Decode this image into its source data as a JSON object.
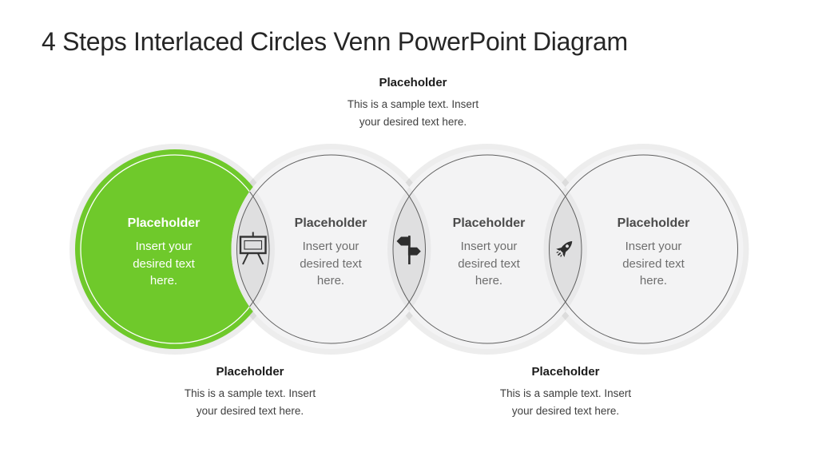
{
  "slide_title": "4 Steps Interlaced Circles Venn PowerPoint Diagram",
  "annotations": {
    "top": {
      "heading": "Placeholder",
      "body": "This is a sample text. Insert\nyour desired text here."
    },
    "bottom_left": {
      "heading": "Placeholder",
      "body": "This is a sample text. Insert\nyour desired text here."
    },
    "bottom_right": {
      "heading": "Placeholder",
      "body": "This is a sample text. Insert\nyour desired text here."
    }
  },
  "steps": [
    {
      "heading": "Placeholder",
      "body": "Insert your\ndesired text\nhere.",
      "highlighted": true,
      "fill": "#6fc92b"
    },
    {
      "heading": "Placeholder",
      "body": "Insert your\ndesired text\nhere.",
      "highlighted": false,
      "fill": "#f3f3f4"
    },
    {
      "heading": "Placeholder",
      "body": "Insert your\ndesired text\nhere.",
      "highlighted": false,
      "fill": "#f3f3f4"
    },
    {
      "heading": "Placeholder",
      "body": "Insert your\ndesired text\nhere.",
      "highlighted": false,
      "fill": "#f3f3f4"
    }
  ],
  "connector_icons": [
    "presentation-board-icon",
    "signpost-icon",
    "rocket-icon"
  ],
  "colors": {
    "highlight_green": "#6fc92b",
    "circle_gray": "#f3f3f4",
    "halo_gray": "#ededed",
    "overlap_gray": "#e9e9ea",
    "lens_gray": "#dfdfe0",
    "outline_gray": "#5f5f5f",
    "inset_white": "#ffffff",
    "icon_dark": "#333333",
    "title_text": "#262626"
  }
}
